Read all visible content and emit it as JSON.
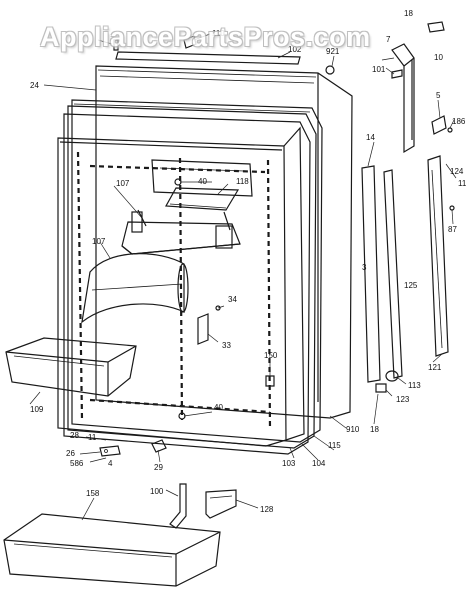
{
  "watermark": "AppliancePartsPros.com",
  "callouts": [
    {
      "id": "c110",
      "text": "110"
    },
    {
      "id": "c102",
      "text": "102"
    },
    {
      "id": "c921",
      "text": "921"
    },
    {
      "id": "c18a",
      "text": "18"
    },
    {
      "id": "c7",
      "text": "7"
    },
    {
      "id": "c10",
      "text": "10"
    },
    {
      "id": "c101",
      "text": "101"
    },
    {
      "id": "c24",
      "text": "24"
    },
    {
      "id": "c5",
      "text": "5"
    },
    {
      "id": "c186",
      "text": "186"
    },
    {
      "id": "c14",
      "text": "14"
    },
    {
      "id": "c124",
      "text": "124"
    },
    {
      "id": "c11",
      "text": "11"
    },
    {
      "id": "c87",
      "text": "87"
    },
    {
      "id": "c107a",
      "text": "107"
    },
    {
      "id": "c40a",
      "text": "40"
    },
    {
      "id": "c118",
      "text": "118"
    },
    {
      "id": "c107b",
      "text": "107"
    },
    {
      "id": "c3",
      "text": "3"
    },
    {
      "id": "c125",
      "text": "125"
    },
    {
      "id": "c34",
      "text": "34"
    },
    {
      "id": "c33",
      "text": "33"
    },
    {
      "id": "c150",
      "text": "150"
    },
    {
      "id": "c121",
      "text": "121"
    },
    {
      "id": "c113",
      "text": "113"
    },
    {
      "id": "c109",
      "text": "109"
    },
    {
      "id": "c123",
      "text": "123"
    },
    {
      "id": "c40b",
      "text": "40"
    },
    {
      "id": "c18b",
      "text": "18"
    },
    {
      "id": "c910",
      "text": "910"
    },
    {
      "id": "c28",
      "text": "28"
    },
    {
      "id": "c11b",
      "text": "11"
    },
    {
      "id": "c26",
      "text": "26"
    },
    {
      "id": "c4",
      "text": "4"
    },
    {
      "id": "c586",
      "text": "586"
    },
    {
      "id": "c29",
      "text": "29"
    },
    {
      "id": "c103",
      "text": "103"
    },
    {
      "id": "c104",
      "text": "104"
    },
    {
      "id": "c115",
      "text": "115"
    },
    {
      "id": "c100",
      "text": "100"
    },
    {
      "id": "c128",
      "text": "128"
    },
    {
      "id": "c158",
      "text": "158"
    }
  ]
}
